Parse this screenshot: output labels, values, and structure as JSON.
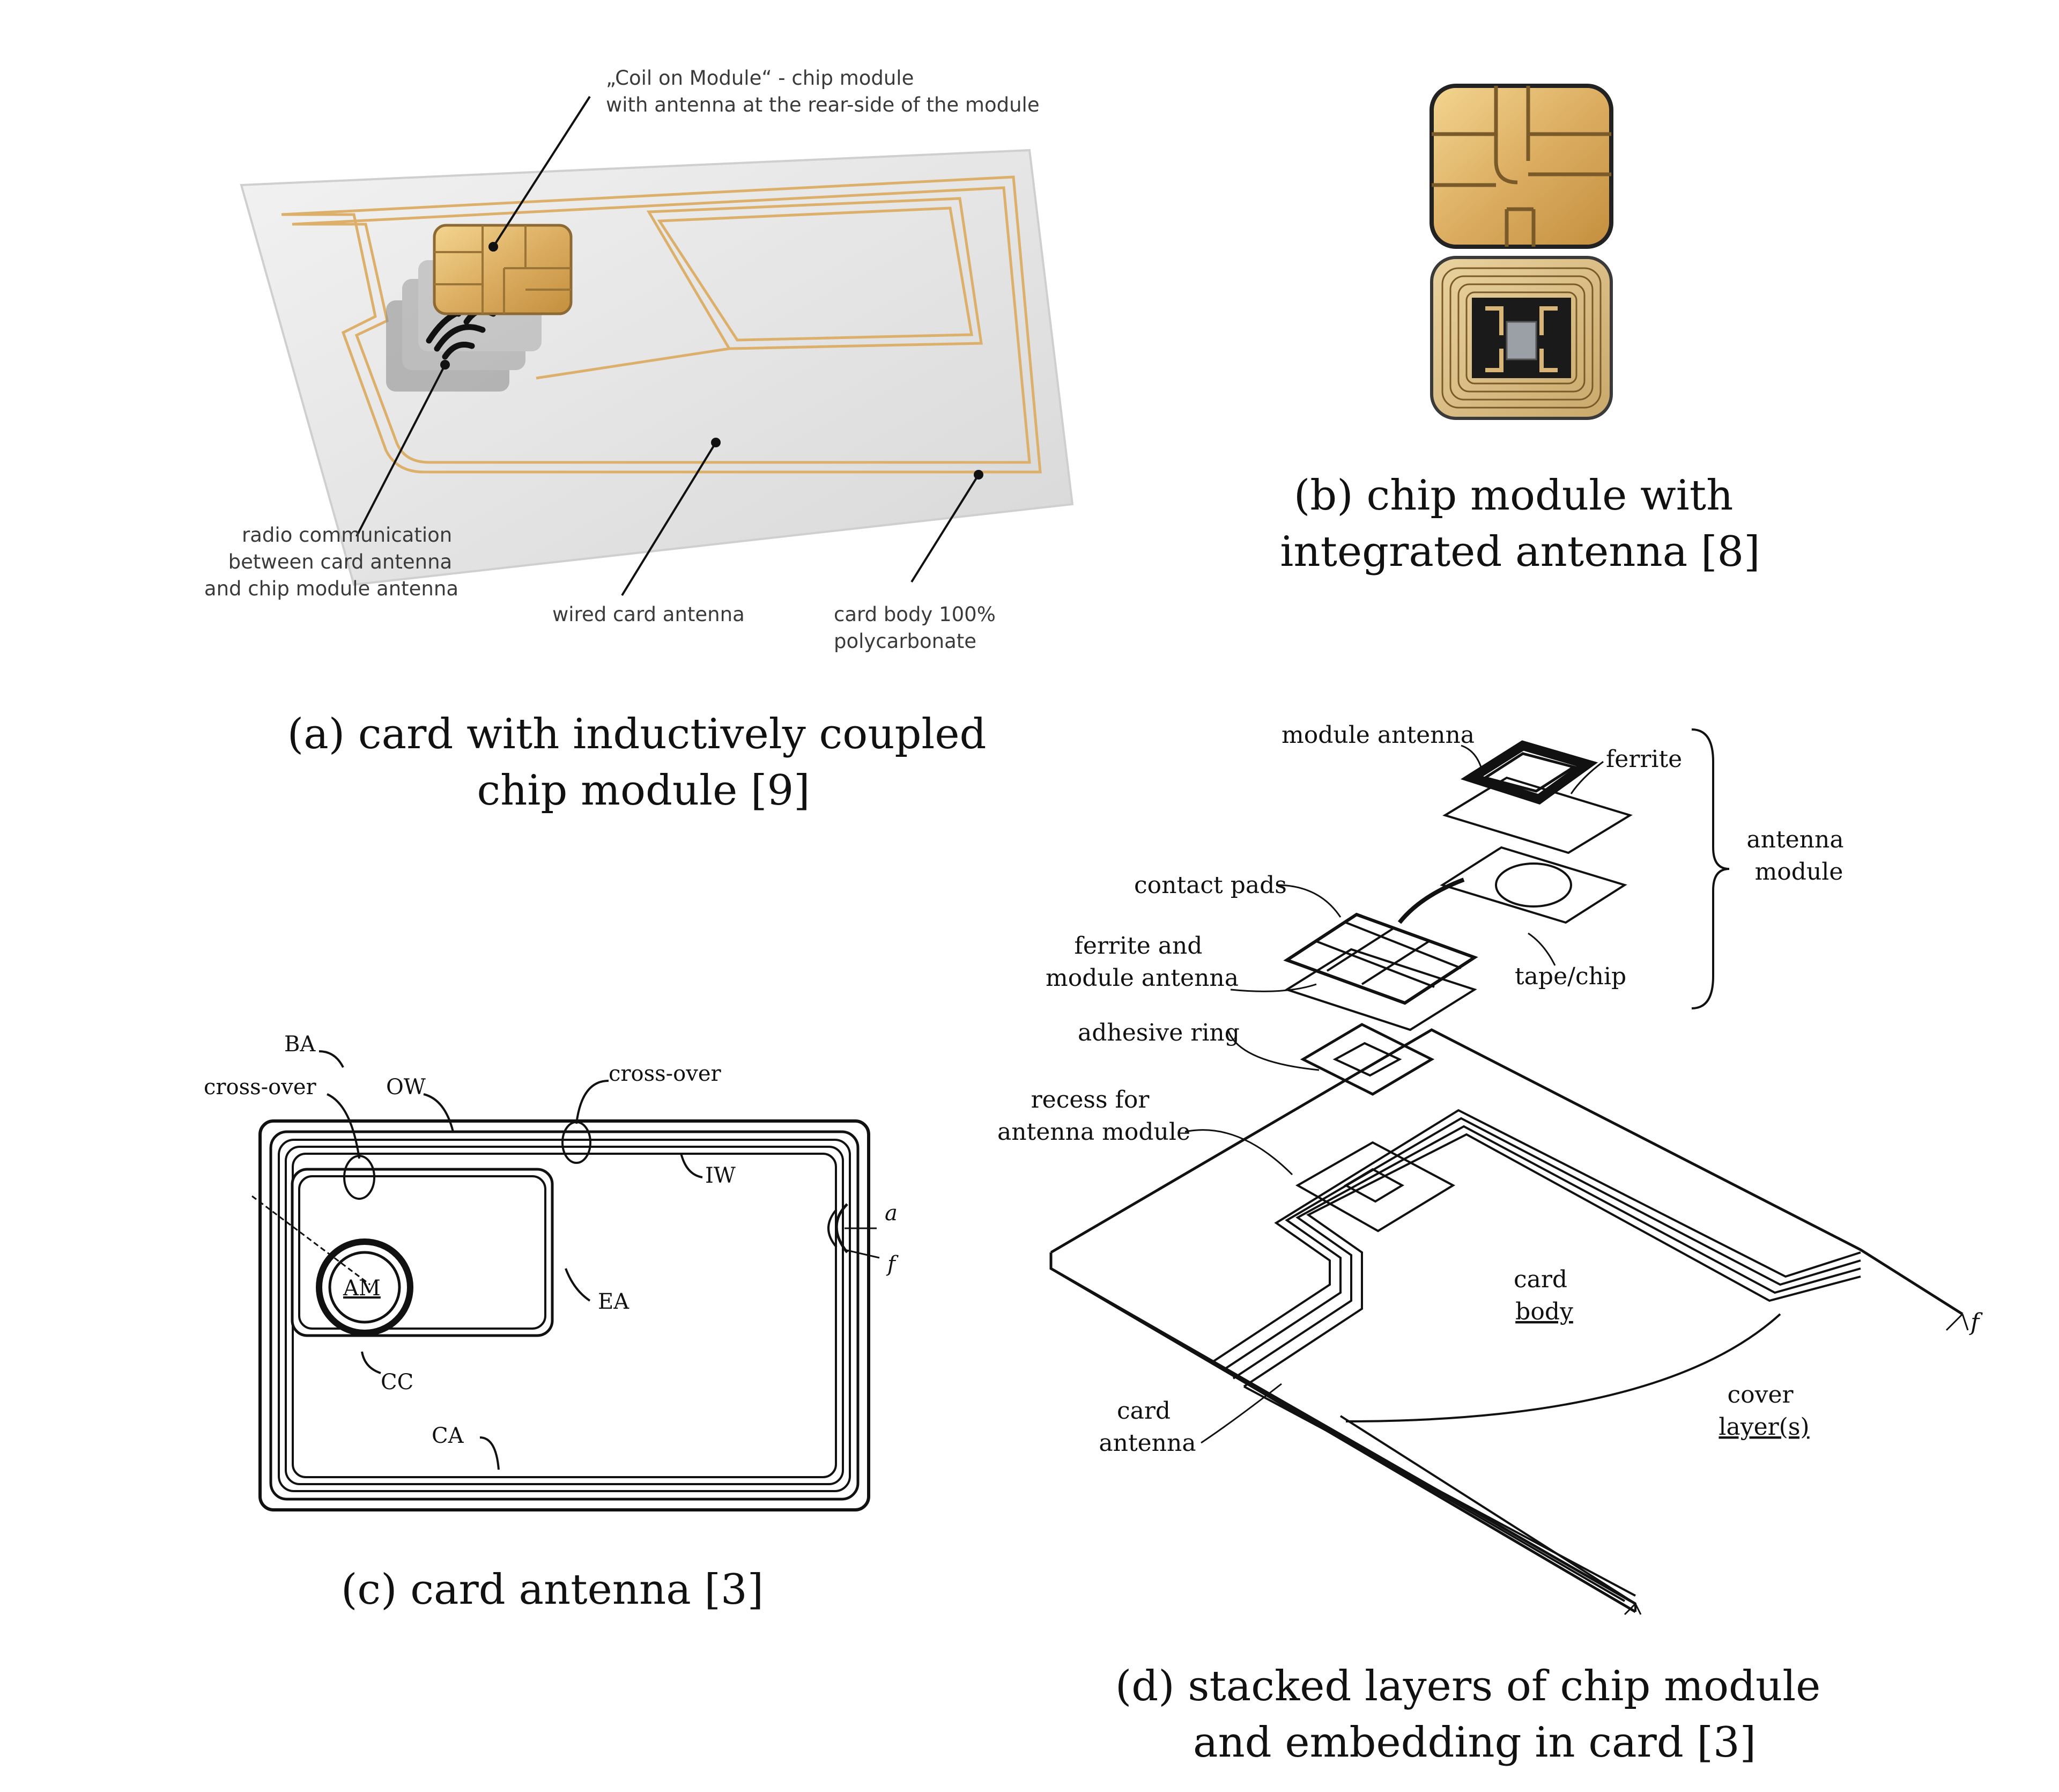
{
  "panel_a": {
    "label_coil": [
      "„Coil on Module“ - chip module",
      "with antenna at the rear-side of the module"
    ],
    "label_radio": [
      "radio communication",
      "between card antenna",
      "and chip module antenna"
    ],
    "label_wired": "wired card antenna",
    "label_body": [
      "card body 100%",
      "polycarbonate"
    ],
    "caption": [
      "(a) card with inductively coupled",
      "chip module [9]"
    ]
  },
  "panel_b": {
    "caption": [
      "(b) chip module with",
      "integrated antenna [8]"
    ]
  },
  "panel_c": {
    "labels": {
      "ba": "BA",
      "crossover_left": "cross-over",
      "ow": "OW",
      "crossover_right": "cross-over",
      "iw": "IW",
      "am": "AM",
      "ea": "EA",
      "cc": "CC",
      "ca": "CA",
      "a": "a",
      "f": "f"
    },
    "caption": "(c) card antenna [3]"
  },
  "panel_d": {
    "labels": {
      "module_antenna": "module antenna",
      "ferrite": "ferrite",
      "antenna_module": [
        "antenna",
        "module"
      ],
      "contact_pads": "contact pads",
      "ferrite_and": [
        "ferrite and",
        "module antenna"
      ],
      "tape_chip": "tape/chip",
      "adhesive_ring": "adhesive ring",
      "recess": [
        "recess for",
        "antenna module"
      ],
      "card_body": [
        "card",
        "body"
      ],
      "card_antenna": [
        "card",
        "antenna"
      ],
      "cover": [
        "cover",
        "layer(s)"
      ],
      "f": "f"
    },
    "caption": [
      "(d) stacked layers of chip module",
      "and embedding in card [3]"
    ]
  },
  "colors": {
    "gold": "#d9a85a",
    "gold_light": "#f2cf86",
    "card_grey": "#e6e6e6",
    "line": "#111111"
  }
}
